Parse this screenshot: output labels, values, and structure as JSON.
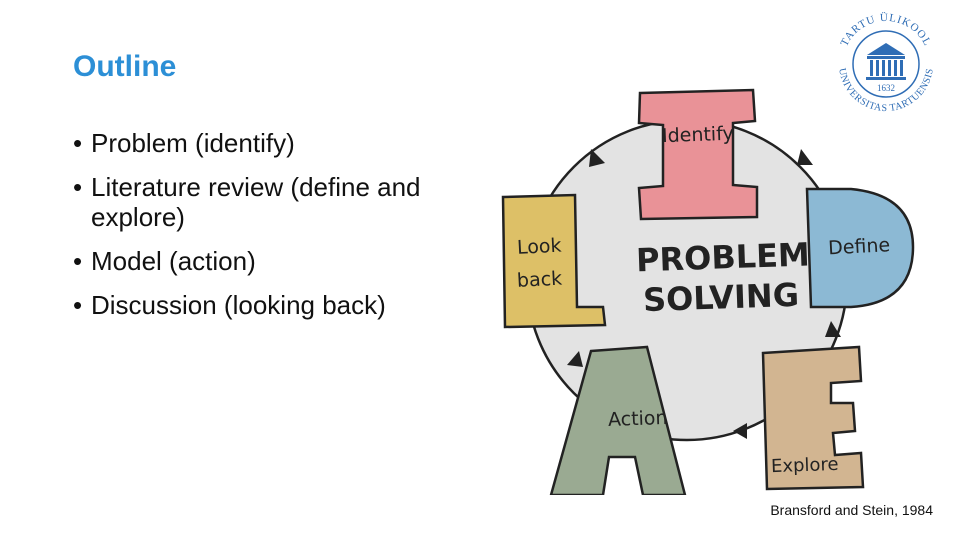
{
  "slide": {
    "title": "Outline",
    "bullets": [
      "Problem (identify)",
      "Literature review (define and explore)",
      "Model (action)",
      "Discussion (looking back)"
    ],
    "citation": "Bransford and Stein, 1984"
  },
  "diagram": {
    "center_line1": "PROBLEM",
    "center_line2": "SOLVING",
    "steps": {
      "identify": "Identify",
      "define": "Define",
      "explore": "Explore",
      "action": "Action",
      "look_back_line1": "Look",
      "look_back_line2": "back"
    },
    "colors": {
      "identify": "#e99297",
      "define": "#8cb9d4",
      "explore": "#d2b591",
      "action": "#9aaa92",
      "look_back": "#ddc067",
      "circle": "#e3e3e3"
    }
  },
  "logo": {
    "top_text": "TARTU ÜLIKOOL",
    "bottom_text": "UNIVERSITAS TARTUENSIS",
    "year": "1632",
    "color": "#2f6db5"
  }
}
